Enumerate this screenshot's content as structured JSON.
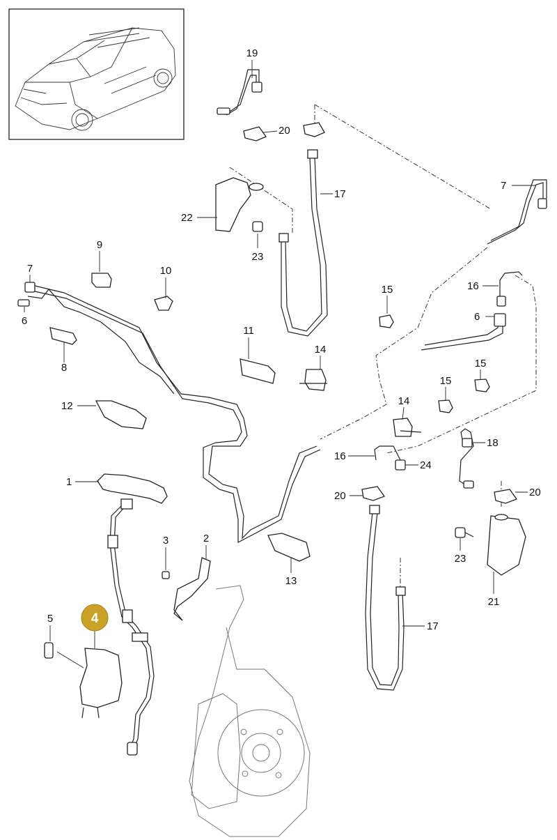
{
  "figure": {
    "callouts": [
      {
        "id": "c19",
        "label": "19"
      },
      {
        "id": "c20a",
        "label": "20"
      },
      {
        "id": "c17a",
        "label": "17"
      },
      {
        "id": "c7a",
        "label": "7"
      },
      {
        "id": "c22",
        "label": "22"
      },
      {
        "id": "c23a",
        "label": "23"
      },
      {
        "id": "c9",
        "label": "9"
      },
      {
        "id": "c7b",
        "label": "7"
      },
      {
        "id": "c10",
        "label": "10"
      },
      {
        "id": "c15a",
        "label": "15"
      },
      {
        "id": "c16a",
        "label": "16"
      },
      {
        "id": "c6a",
        "label": "6"
      },
      {
        "id": "c6b",
        "label": "6"
      },
      {
        "id": "c8",
        "label": "8"
      },
      {
        "id": "c11",
        "label": "11"
      },
      {
        "id": "c14a",
        "label": "14"
      },
      {
        "id": "c15b",
        "label": "15"
      },
      {
        "id": "c15c",
        "label": "15"
      },
      {
        "id": "c12",
        "label": "12"
      },
      {
        "id": "c14b",
        "label": "14"
      },
      {
        "id": "c18",
        "label": "18"
      },
      {
        "id": "c16b",
        "label": "16"
      },
      {
        "id": "c24",
        "label": "24"
      },
      {
        "id": "c1",
        "label": "1"
      },
      {
        "id": "c20b",
        "label": "20"
      },
      {
        "id": "c20c",
        "label": "20"
      },
      {
        "id": "c3",
        "label": "3"
      },
      {
        "id": "c2",
        "label": "2"
      },
      {
        "id": "c23b",
        "label": "23"
      },
      {
        "id": "c13",
        "label": "13"
      },
      {
        "id": "c21",
        "label": "21"
      },
      {
        "id": "c5",
        "label": "5"
      },
      {
        "id": "c17b",
        "label": "17"
      }
    ],
    "highlight": {
      "label": "4",
      "color": "#c9a227",
      "text_color": "#ffffff"
    },
    "colors": {
      "line": "#222222",
      "frame": "#333333"
    }
  }
}
